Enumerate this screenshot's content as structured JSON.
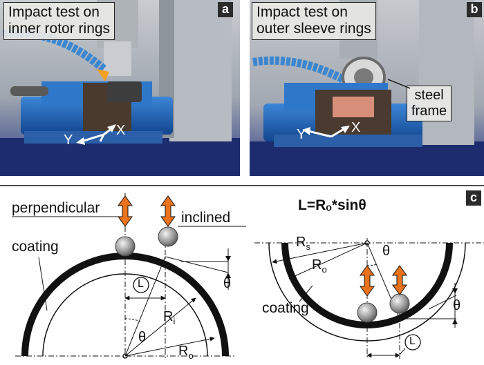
{
  "panel_a": {
    "tag": "a",
    "caption_line1": "Impact test on",
    "caption_line2": "inner rotor rings",
    "axis_x": "X",
    "axis_y": "Y"
  },
  "panel_b": {
    "tag": "b",
    "caption_line1": "Impact test on",
    "caption_line2": "outer sleeve rings",
    "frame_line1": "steel",
    "frame_line2": "frame",
    "axis_x": "X",
    "axis_y": "Y"
  },
  "panel_c": {
    "tag": "c",
    "formula": "L=Rₒ*sinθ",
    "left": {
      "perpendicular": "perpendicular",
      "inclined": "inclined",
      "coating": "coating",
      "L": "L",
      "theta_inner": "θ",
      "theta_outer": "θ",
      "Ri": "R",
      "Ri_sub": "i",
      "Ro": "R",
      "Ro_sub": "o"
    },
    "right": {
      "Rs": "R",
      "Rs_sub": "s",
      "Ro": "R",
      "Ro_sub": "o",
      "theta_top": "θ",
      "theta_side": "θ",
      "coating": "coating",
      "L": "L"
    }
  },
  "colors": {
    "arrow_orange": "#e9731d",
    "coating_black": "#111111",
    "vise_blue": "#1b5fae",
    "background_navy": "#1d2c6e"
  }
}
